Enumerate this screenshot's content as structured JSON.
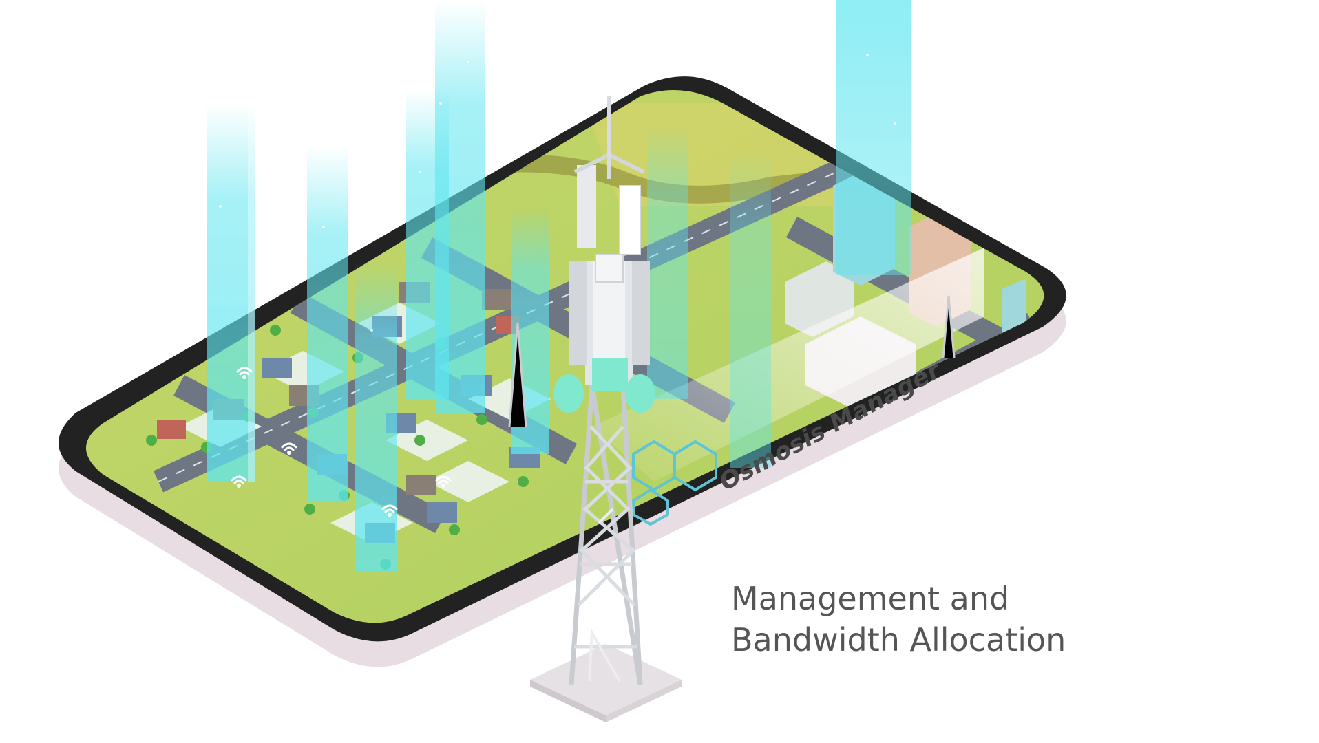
{
  "overlay": {
    "label": "Osmosis Manager"
  },
  "caption": {
    "line1": "Management and",
    "line2": "Bandwidth Allocation"
  },
  "colors": {
    "background": "#ffffff",
    "device_frame": "#222222",
    "device_shadow": "#e8dde2",
    "screen_green": "#b9d36a",
    "road": "#6f7683",
    "signal_beam": "#5fe6f0",
    "tower": "#e9ecef",
    "tower_accent": "#7fe8cf",
    "text": "#555555"
  },
  "icons": [
    "cell-tower-icon",
    "wifi-icon",
    "hexagon-network-icon"
  ]
}
